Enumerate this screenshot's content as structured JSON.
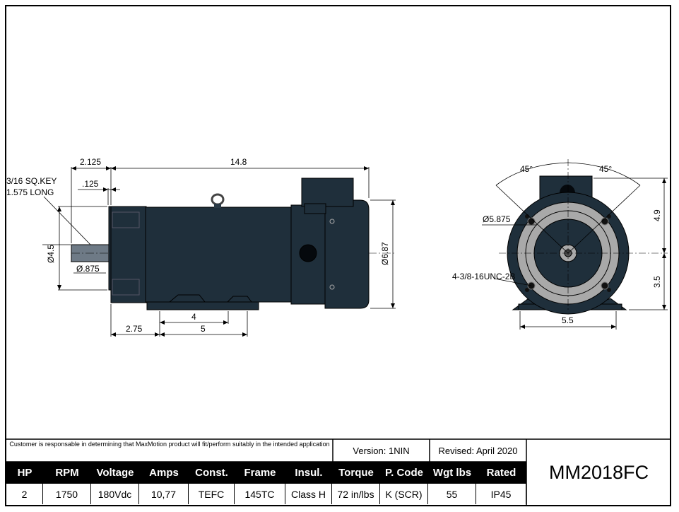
{
  "side_view": {
    "key_note_line1": "3/16 SQ.KEY",
    "key_note_line2": "1.575 LONG",
    "dim_2125": "2.125",
    "dim_148": "14.8",
    "dim_125": ".125",
    "dim_45": "Ø4.5",
    "dim_875": "Ø.875",
    "dim_687": "Ø6.87",
    "dim_4": "4",
    "dim_275": "2.75",
    "dim_5": "5"
  },
  "end_view": {
    "angle_left": "45°",
    "angle_right": "45°",
    "dim_5875": "Ø5.875",
    "tap_note": "4-3/8-16UNC-2B",
    "dim_49": "4.9",
    "dim_35": "3.5",
    "dim_55": "5.5"
  },
  "title_block": {
    "disclaimer": "Customer is responsable in determining that MaxMotion product will fit/perform suitably in the intended application",
    "version": "Version: 1NIN",
    "revised": "Revised: April 2020",
    "model": "MM2018FC",
    "headers": [
      "HP",
      "RPM",
      "Voltage",
      "Amps",
      "Const.",
      "Frame",
      "Insul.",
      "Torque",
      "P. Code",
      "Wgt lbs",
      "Rated"
    ],
    "values": [
      "2",
      "1750",
      "180Vdc",
      "10,77",
      "TEFC",
      "145TC",
      "Class H",
      "72 in/lbs",
      "K (SCR)",
      "55",
      "IP45"
    ]
  },
  "colors": {
    "motor_body": "#1f2f3b",
    "flange_face": "#a9a9a9",
    "outline": "#000000"
  }
}
